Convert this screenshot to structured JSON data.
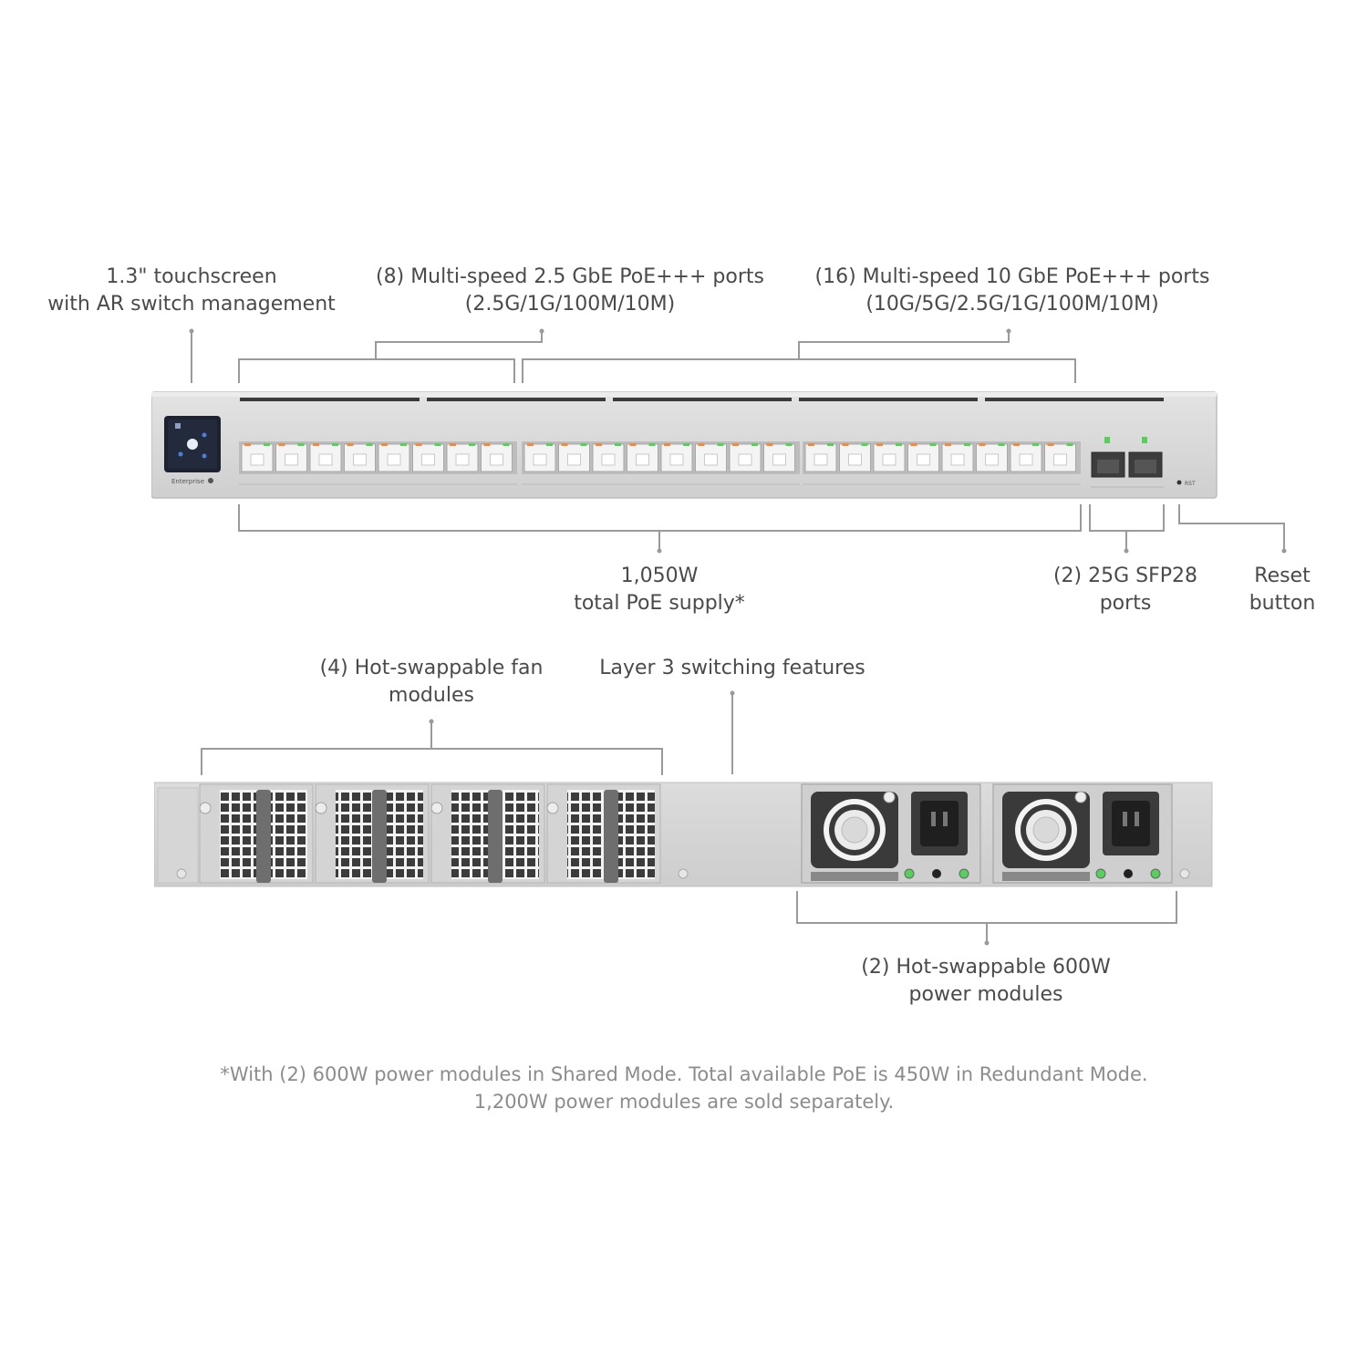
{
  "front_labels": {
    "touchscreen": [
      "1.3\" touchscreen",
      "with AR switch management"
    ],
    "ports_2_5g": [
      "(8) Multi-speed 2.5 GbE PoE+++ ports",
      "(2.5G/1G/100M/10M)"
    ],
    "ports_10g": [
      "(16) Multi-speed 10 GbE PoE+++ ports",
      "(10G/5G/2.5G/1G/100M/10M)"
    ],
    "poe_supply": [
      "1,050W",
      "total PoE supply*"
    ],
    "sfp28": [
      "(2) 25G SFP28",
      "ports"
    ],
    "reset": [
      "Reset",
      "button"
    ]
  },
  "rear_labels": {
    "fans": [
      "(4) Hot-swappable fan",
      "modules"
    ],
    "layer3": [
      "Layer 3 switching features"
    ],
    "power": [
      "(2) Hot-swappable 600W",
      "power modules"
    ]
  },
  "device": {
    "brand_text": "Enterprise",
    "reset_text": "RST"
  },
  "footnote": [
    "*With (2) 600W power modules in Shared Mode. Total available PoE is 450W in Redundant Mode.",
    "1,200W power modules are sold separately."
  ],
  "colors": {
    "chassis": "#d9d9d9",
    "line": "#9a9a9a",
    "led_green": "#55d15a",
    "led_orange": "#f08a3c"
  }
}
